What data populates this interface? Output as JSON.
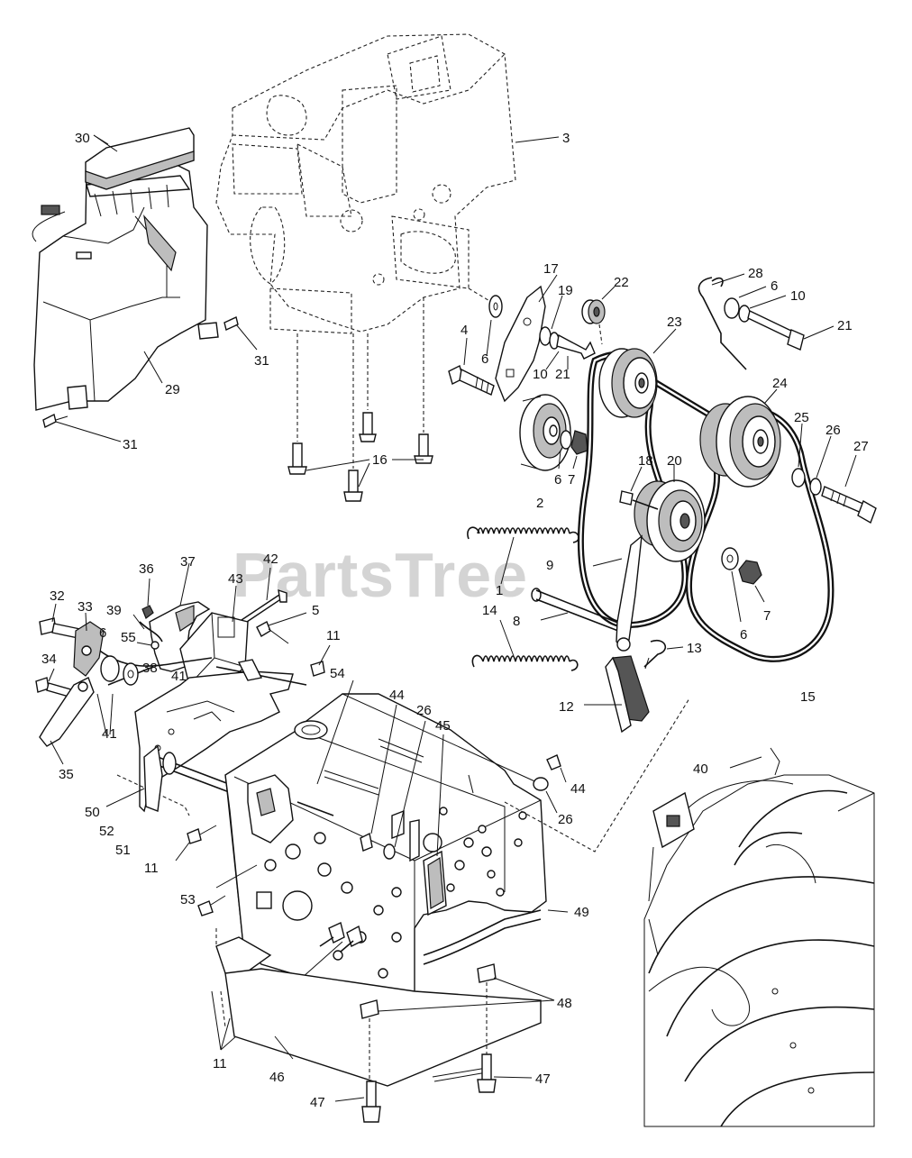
{
  "watermark": "PartsTree",
  "callouts": [
    {
      "id": "c30",
      "text": "30"
    },
    {
      "id": "c3",
      "text": "3"
    },
    {
      "id": "c31a",
      "text": "31"
    },
    {
      "id": "c29",
      "text": "29"
    },
    {
      "id": "c31b",
      "text": "31"
    },
    {
      "id": "c17",
      "text": "17"
    },
    {
      "id": "c22",
      "text": "22"
    },
    {
      "id": "c28",
      "text": "28"
    },
    {
      "id": "c19",
      "text": "19"
    },
    {
      "id": "c6a",
      "text": "6"
    },
    {
      "id": "c10a",
      "text": "10"
    },
    {
      "id": "c4",
      "text": "4"
    },
    {
      "id": "c23",
      "text": "23"
    },
    {
      "id": "c21a",
      "text": "21"
    },
    {
      "id": "c6b",
      "text": "6"
    },
    {
      "id": "c10b",
      "text": "10"
    },
    {
      "id": "c21b",
      "text": "21"
    },
    {
      "id": "c24",
      "text": "24"
    },
    {
      "id": "c16",
      "text": "16"
    },
    {
      "id": "c25",
      "text": "25"
    },
    {
      "id": "c26a",
      "text": "26"
    },
    {
      "id": "c27",
      "text": "27"
    },
    {
      "id": "c6c",
      "text": "6"
    },
    {
      "id": "c7a",
      "text": "7"
    },
    {
      "id": "c2",
      "text": "2"
    },
    {
      "id": "c18",
      "text": "18"
    },
    {
      "id": "c20",
      "text": "20"
    },
    {
      "id": "c1",
      "text": "1"
    },
    {
      "id": "c9",
      "text": "9"
    },
    {
      "id": "c36",
      "text": "36"
    },
    {
      "id": "c37",
      "text": "37"
    },
    {
      "id": "c42",
      "text": "42"
    },
    {
      "id": "c43",
      "text": "43"
    },
    {
      "id": "c32",
      "text": "32"
    },
    {
      "id": "c33",
      "text": "33"
    },
    {
      "id": "c39",
      "text": "39"
    },
    {
      "id": "c5",
      "text": "5"
    },
    {
      "id": "c14",
      "text": "14"
    },
    {
      "id": "c8",
      "text": "8"
    },
    {
      "id": "c6d",
      "text": "6"
    },
    {
      "id": "c7b",
      "text": "7"
    },
    {
      "id": "c55",
      "text": "55"
    },
    {
      "id": "c6e",
      "text": "6"
    },
    {
      "id": "c11a",
      "text": "11"
    },
    {
      "id": "c38",
      "text": "38"
    },
    {
      "id": "c34",
      "text": "34"
    },
    {
      "id": "c41a",
      "text": "41"
    },
    {
      "id": "c54",
      "text": "54"
    },
    {
      "id": "c13",
      "text": "13"
    },
    {
      "id": "c44a",
      "text": "44"
    },
    {
      "id": "c26b",
      "text": "26"
    },
    {
      "id": "c45",
      "text": "45"
    },
    {
      "id": "c12",
      "text": "12"
    },
    {
      "id": "c15",
      "text": "15"
    },
    {
      "id": "c41b",
      "text": "41"
    },
    {
      "id": "c35",
      "text": "35"
    },
    {
      "id": "c40",
      "text": "40"
    },
    {
      "id": "c44b",
      "text": "44"
    },
    {
      "id": "c50",
      "text": "50"
    },
    {
      "id": "c52",
      "text": "52"
    },
    {
      "id": "c26c",
      "text": "26"
    },
    {
      "id": "c51",
      "text": "51"
    },
    {
      "id": "c11b",
      "text": "11"
    },
    {
      "id": "c53",
      "text": "53"
    },
    {
      "id": "c49",
      "text": "49"
    },
    {
      "id": "c48",
      "text": "48"
    },
    {
      "id": "c11c",
      "text": "11"
    },
    {
      "id": "c46",
      "text": "46"
    },
    {
      "id": "c47a",
      "text": "47"
    },
    {
      "id": "c47b",
      "text": "47"
    }
  ]
}
